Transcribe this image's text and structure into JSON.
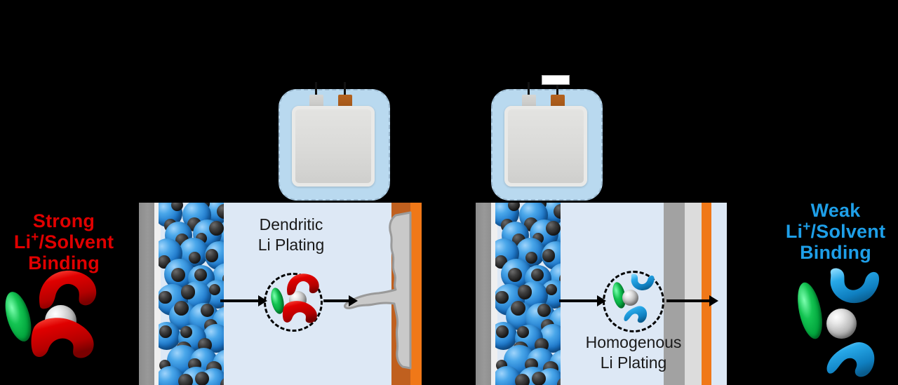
{
  "figure": {
    "type": "scientific-schematic",
    "background_color": "#000000",
    "panel_background": "#dde8f5"
  },
  "left_caption": {
    "line1": "Strong",
    "line2_a": "Li",
    "line2_sup": "+",
    "line2_b": "/Solvent",
    "line3": "Binding",
    "color": "#e00000"
  },
  "right_caption": {
    "line1": "Weak",
    "line2_a": "Li",
    "line2_sup": "+",
    "line2_b": "/Solvent",
    "line3": "Binding",
    "color": "#1e9fe8"
  },
  "left_panel": {
    "label_line1": "Dendritic",
    "label_line2": "Li Plating",
    "anode_collector_color": "#949494",
    "graphite_ball_color": "#2a86d8",
    "carbon_ball_color": "#2b2b2b",
    "copper_collector_color": "#c0601f",
    "copper_bright_color": "#f07818",
    "lithium_deposit_color": "#c9c9c9",
    "deposit_morphology": "dendritic"
  },
  "right_panel": {
    "label_line1": "Homogenous",
    "label_line2": "Li Plating",
    "anode_collector_color": "#949494",
    "graphite_ball_color": "#2a86d8",
    "carbon_ball_color": "#2b2b2b",
    "copper_collector_color": "#f07818",
    "lithium_layer_dark": "#a2a2a2",
    "lithium_layer_light": "#dcdcdc",
    "deposit_morphology": "uniform-layer"
  },
  "solvation_left": {
    "ion_color": "#b8b8b8",
    "solvent_color": "#d40000",
    "anion_color": "#12b84c",
    "solvent_count": 2,
    "binding": "strong"
  },
  "solvation_right": {
    "ion_color": "#b8b8b8",
    "solvent_color": "#21a6e8",
    "anion_color": "#12b84c",
    "solvent_count": 2,
    "binding": "weak"
  },
  "battery_left": {
    "case_color": "#b9d9ef",
    "body_color": "#dadad8",
    "tab_negative_color": "#c9c9c7",
    "tab_positive_color": "#a85c1c",
    "marker": false
  },
  "battery_right": {
    "case_color": "#b9d9ef",
    "body_color": "#dadad8",
    "tab_negative_color": "#c9c9c7",
    "tab_positive_color": "#a85c1c",
    "marker": true,
    "marker_color": "#ffffff"
  },
  "arrows": {
    "left_in": "right",
    "left_out": "right",
    "right_in": "right",
    "right_out": "right",
    "color": "#000000"
  }
}
